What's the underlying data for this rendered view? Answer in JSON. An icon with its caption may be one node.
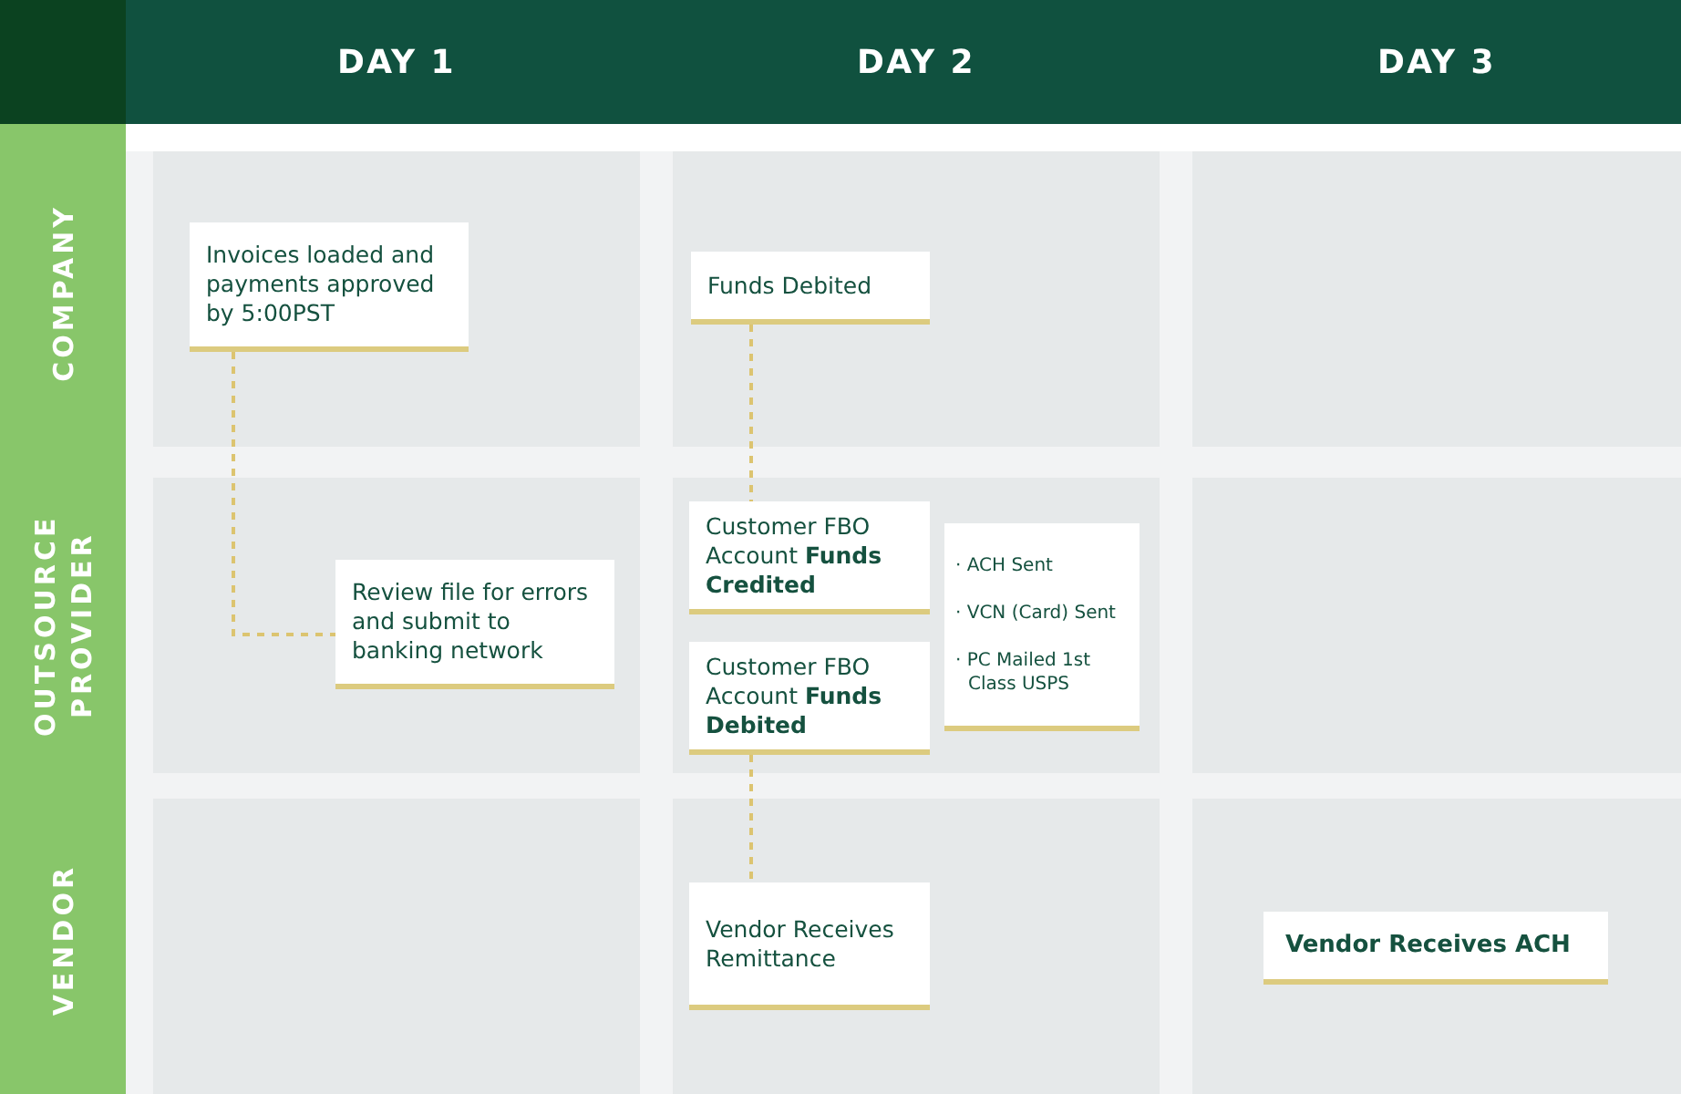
{
  "diagram": {
    "nodes": [
      {
        "text": [
          "DAY 1"
        ]
      },
      {
        "text": [
          "DAY 2"
        ]
      },
      {
        "text": [
          "DAY 3"
        ]
      },
      {
        "text": [
          "COMPANY"
        ]
      },
      {
        "text": [
          "Invoices loaded and payments approved by 5:00PST"
        ],
        "in": 3
      },
      {
        "text": [
          "Funds Debited"
        ],
        "in": 3
      },
      {
        "text": [
          "OUTSOURCE PROVIDER"
        ]
      },
      {
        "text": [
          "Review file for errors and submit to banking network"
        ],
        "in": 6
      },
      {
        "text": [
          "Customer FBO Account **Funds Credited**"
        ],
        "in": 6
      },
      {
        "text": [
          "· ACH Sent",
          "· VCN (Card) Sent",
          "· PC Mailed 1st Class USPS"
        ],
        "in": 6
      },
      {
        "text": [
          "Customer FBO Account **Funds Debited**"
        ],
        "in": 6
      },
      {
        "text": [
          "VENDOR"
        ]
      },
      {
        "text": [
          "Vendor Receives Remittance"
        ],
        "in": 11
      },
      {
        "text": [
          "Vendor Receives ACH"
        ],
        "in": 11
      }
    ],
    "edges": [
      {
        "from": 4,
        "to": 7,
        "arrow": "none",
        "style": "dashed"
      },
      {
        "from": 5,
        "to": 8,
        "arrow": "none",
        "style": "dashed"
      },
      {
        "from": 10,
        "to": 12,
        "arrow": "none",
        "style": "dashed"
      }
    ]
  }
}
